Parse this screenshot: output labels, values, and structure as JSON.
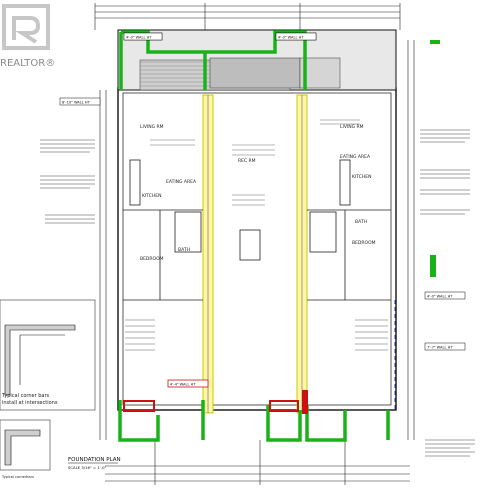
{
  "watermark": {
    "brand": "REALTOR®"
  },
  "plan": {
    "title": "FOUNDATION PLAN",
    "scale": "SCALE 3/16\" = 1'-0\"",
    "rooms": {
      "living_room_left": "LIVING RM",
      "living_room_right": "LIVING RM",
      "rec_room": "REC RM",
      "eating_area_left": "EATING AREA",
      "eating_area_right": "EATING AREA",
      "kitchen_left": "KITCHEN",
      "kitchen_right": "KITCHEN",
      "bath_left": "BATH",
      "bath_right": "BATH",
      "bedroom_left": "BEDROOM",
      "bedroom_right": "BEDROOM"
    },
    "wall_tags": [
      "4'-0\" WALL HT",
      "8'-10\" WALL HT",
      "4'-0\" WALL HT",
      "7'-7\" WALL HT",
      "4'-0\" WALL HT",
      "4'-4\" WALL HT"
    ],
    "detail_notes": {
      "corner_bars_line1": "Typical corner bars",
      "corner_bars_line2": "install at intersections",
      "typical_corner": "Typical cornerbars"
    }
  }
}
